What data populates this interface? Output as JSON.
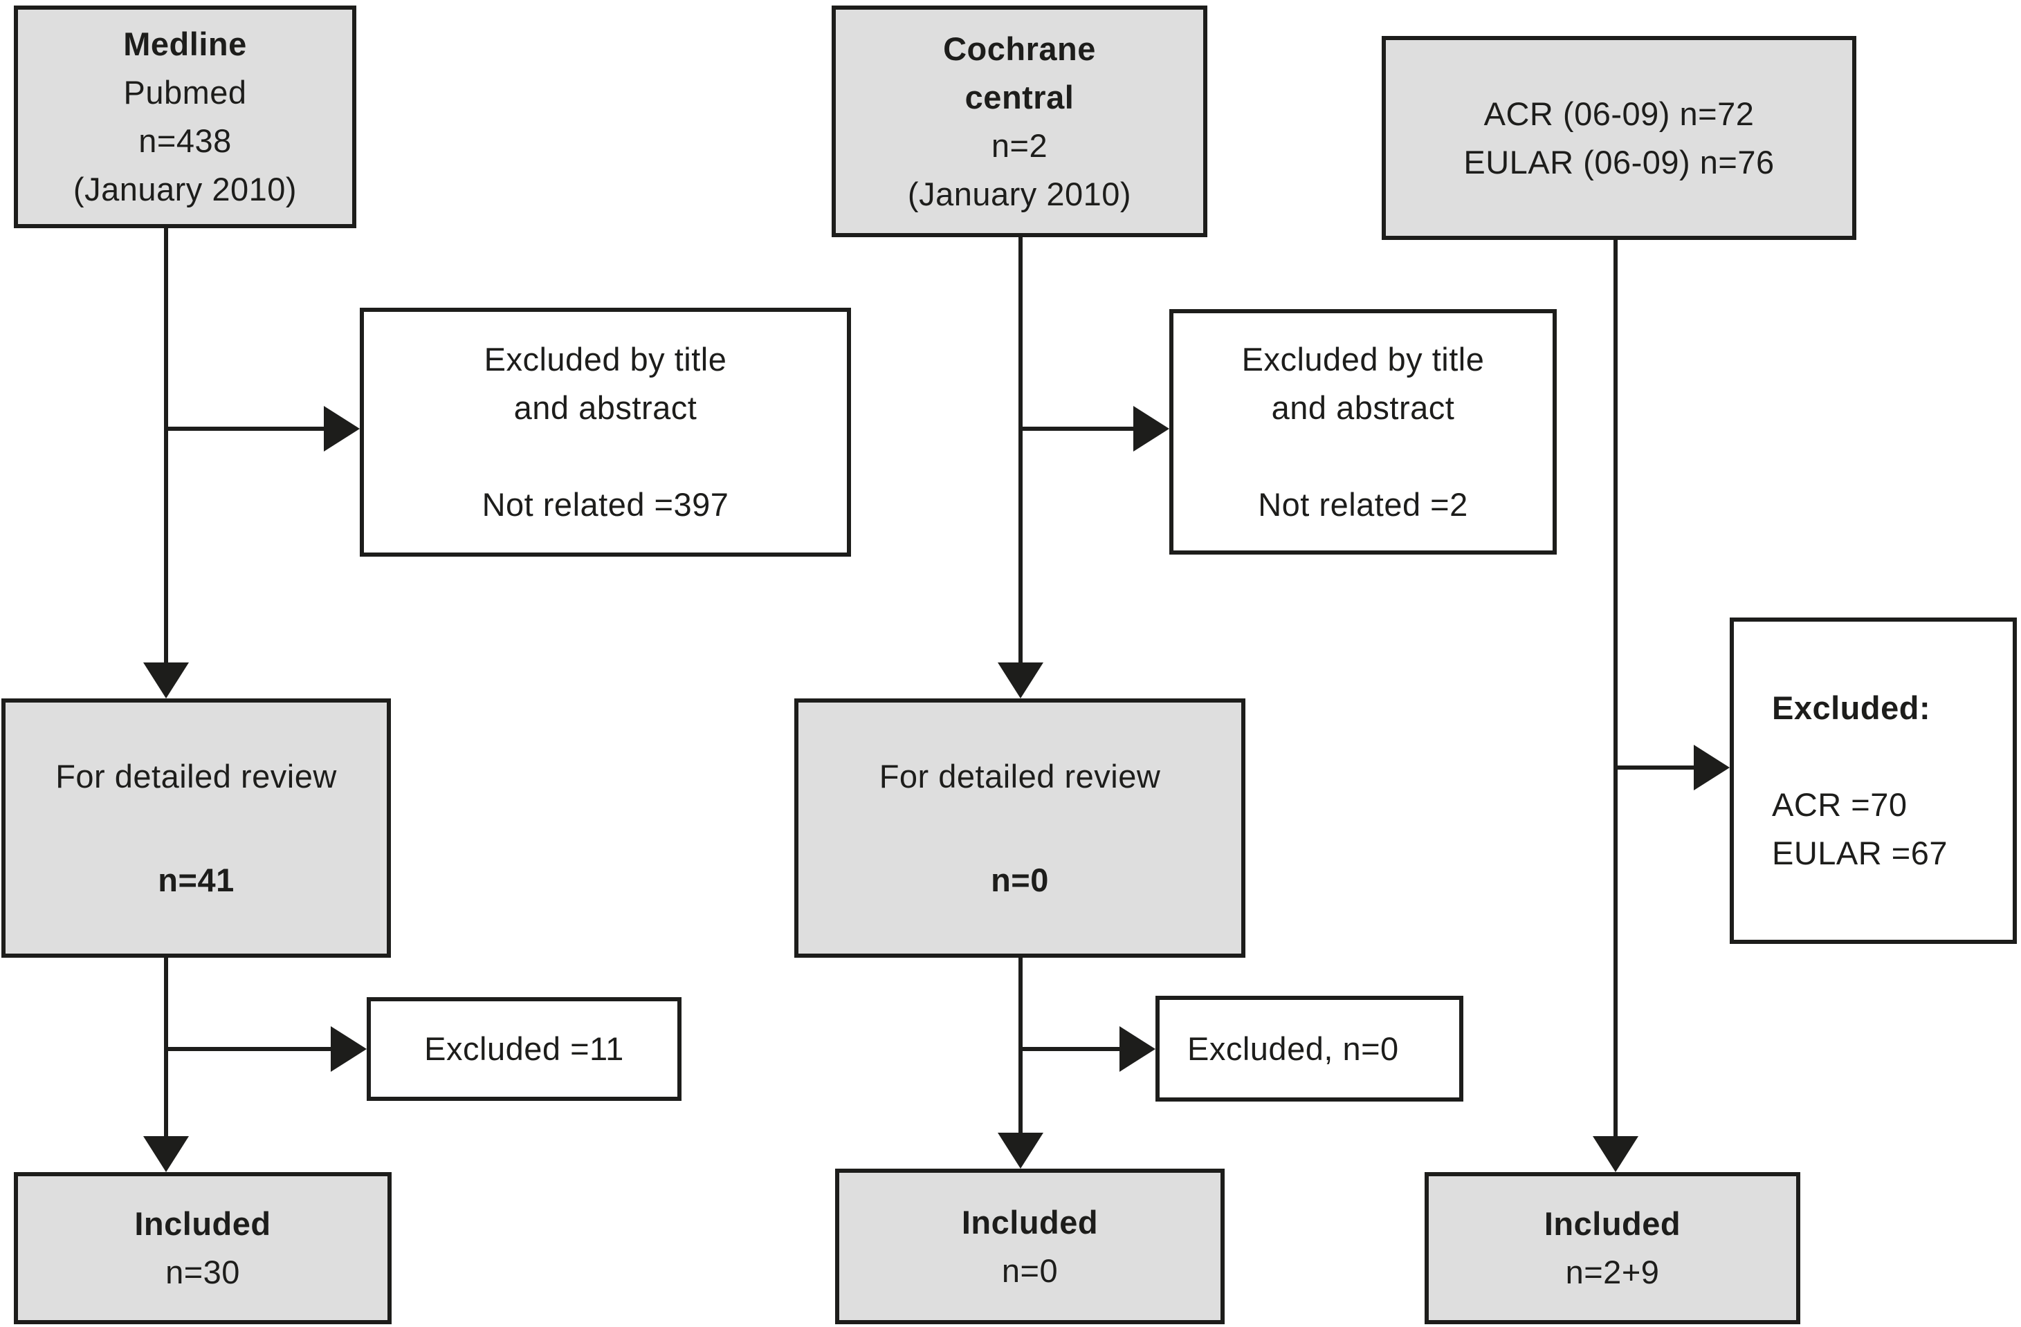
{
  "figure": {
    "type": "study-selection-flow-diagram",
    "colors": {
      "box_fill_gray": "#dedede",
      "box_fill_white": "#ffffff",
      "border": "#1d1d1b",
      "text": "#1d1d1b",
      "background": "#ffffff"
    }
  },
  "boxes": {
    "medline_source": {
      "lines": [
        "Medline",
        "Pubmed",
        "n=438",
        "(January 2010)"
      ]
    },
    "cochrane_source": {
      "lines": [
        "Cochrane",
        "central",
        "n=2",
        "(January 2010)"
      ]
    },
    "registries_source": {
      "lines": [
        "ACR (06-09) n=72",
        "EULAR (06-09) n=76"
      ]
    },
    "medline_excluded_title": {
      "lines": [
        "Excluded by title",
        "and abstract",
        "Not related =397"
      ]
    },
    "cochrane_excluded_title": {
      "lines": [
        "Excluded by title",
        "and abstract",
        "Not related =2"
      ]
    },
    "medline_detailed_review": {
      "lines": [
        "For detailed review",
        "n=41"
      ]
    },
    "cochrane_detailed_review": {
      "lines": [
        "For detailed review",
        "n=0"
      ]
    },
    "registries_excluded": {
      "lines": [
        "Excluded:",
        "ACR =70",
        "EULAR =67"
      ]
    },
    "medline_excluded_review": {
      "lines": [
        "Excluded =11"
      ]
    },
    "cochrane_excluded_review": {
      "lines": [
        "Excluded, n=0"
      ]
    },
    "medline_included": {
      "lines": [
        "Included",
        "n=30"
      ]
    },
    "cochrane_included": {
      "lines": [
        "Included",
        "n=0"
      ]
    },
    "registries_included": {
      "lines": [
        "Included",
        "n=2+9"
      ]
    }
  }
}
